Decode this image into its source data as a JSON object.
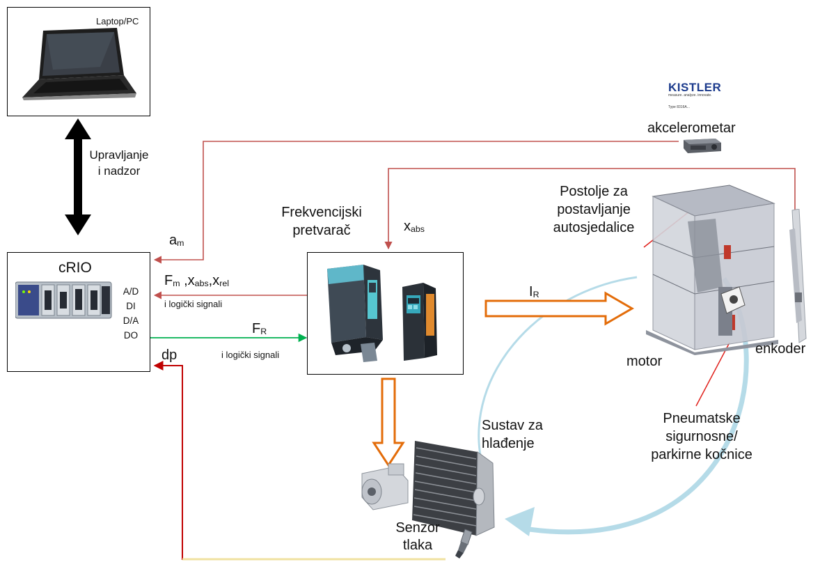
{
  "laptop": {
    "label": "Laptop/PC"
  },
  "control": {
    "line1": "Upravljanje",
    "line2": "i nadzor"
  },
  "crio": {
    "title": "cRIO",
    "ports": [
      "A/D",
      "DI",
      "D/A",
      "DO"
    ]
  },
  "kistler": {
    "brand": "KISTLER",
    "tagline": "measure. analyze. innovate.",
    "type": "Type 8316A..."
  },
  "accelerometer": {
    "label": "akcelerometar"
  },
  "signals": {
    "am_main": "a",
    "am_sub": "m",
    "xabs_main": "x",
    "xabs_sub": "abs",
    "fm_main": "F",
    "fm_sub": "m",
    "sep1": " ,",
    "fm_x1": "x",
    "fm_x1_sub": "abs",
    "sep2": ",",
    "fm_x2": "x",
    "fm_x2_sub": "rel",
    "logic1": "i logički signali",
    "fr_main": "F",
    "fr_sub": "R",
    "logic2": "i logički signali",
    "ir_main": "I",
    "ir_sub": "R",
    "dp": "dp"
  },
  "inverter": {
    "line1": "Frekvencijski",
    "line2": "pretvarač"
  },
  "stand": {
    "line1": "Postolje za",
    "line2": "postavljanje",
    "line3": "autosjedalice"
  },
  "motor": {
    "label": "motor"
  },
  "encoder": {
    "label": "enkoder"
  },
  "brakes": {
    "line1": "Pneumatske",
    "line2": "sigurnosne/",
    "line3": "parkirne kočnice"
  },
  "cooling": {
    "line1": "Sustav za",
    "line2": "hlađenje"
  },
  "pressure": {
    "line1": "Senzor",
    "line2": "tlaka"
  },
  "colors": {
    "feedback": "#c0504d",
    "command": "#00b050",
    "power": "#e36c09",
    "coolant": "#add8e6",
    "dp": "#c00000"
  }
}
